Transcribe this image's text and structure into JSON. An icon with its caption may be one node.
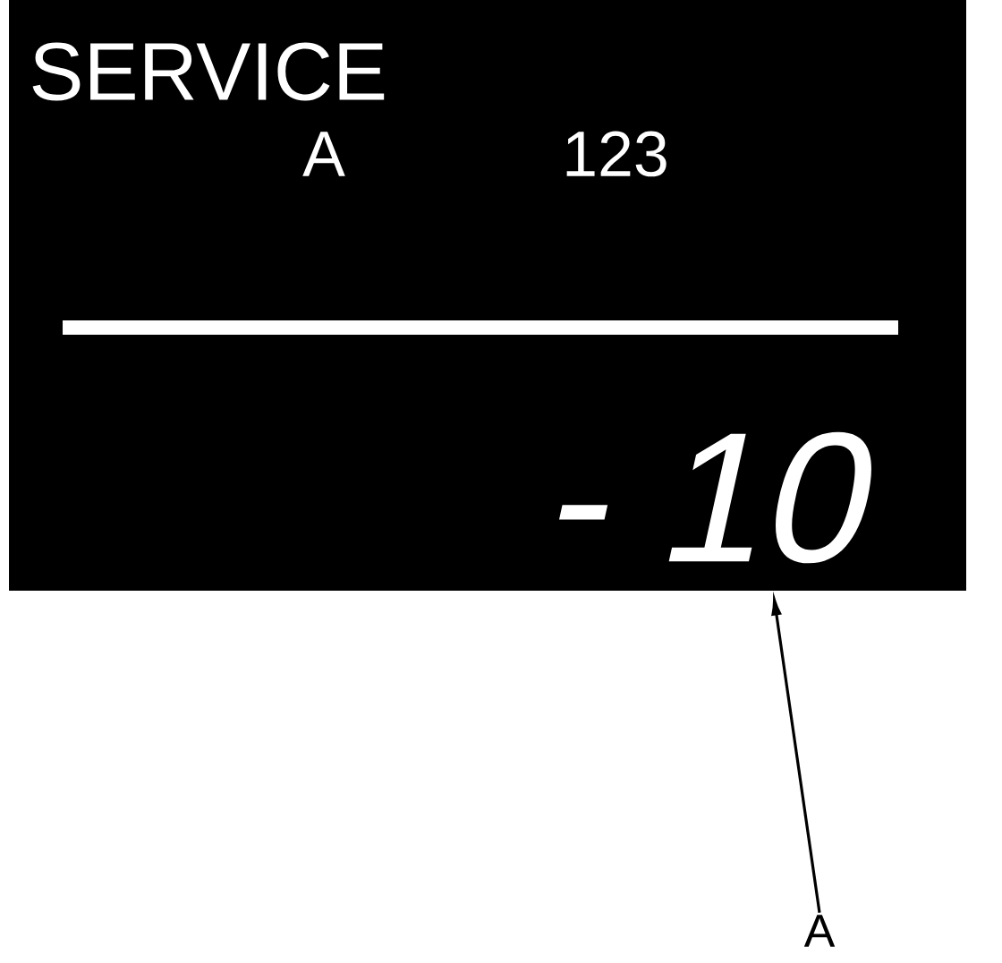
{
  "diagram": {
    "nodes": [
      {
        "text": [
          "SERVICE",
          "A",
          "123"
        ]
      },
      {
        "text": [
          "- 10"
        ],
        "in": 0
      },
      {
        "text": [
          "A"
        ]
      }
    ],
    "edges": [
      {
        "from": 2,
        "to": 1,
        "arrow": "to"
      }
    ]
  }
}
